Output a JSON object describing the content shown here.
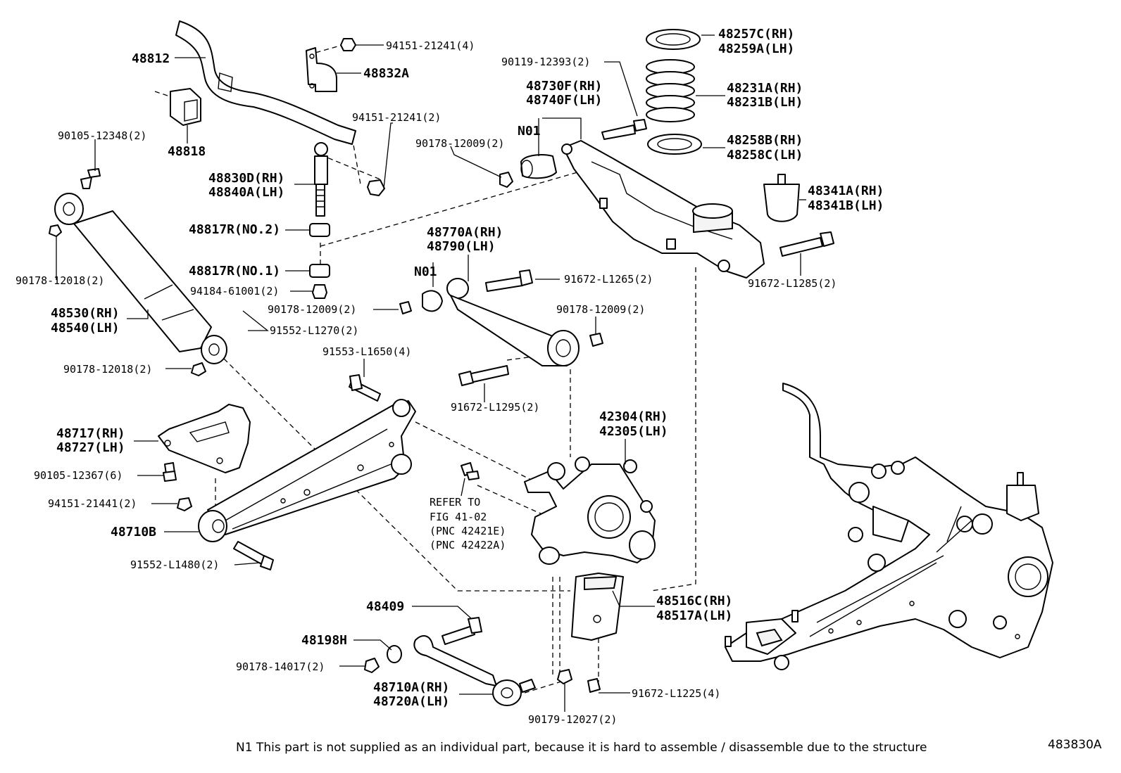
{
  "labels": {
    "p48812": "48812",
    "p94151a": "94151-21241(4)",
    "p48832a": "48832A",
    "p94151b": "94151-21241(2)",
    "p90105a": "90105-12348(2)",
    "p48818": "48818",
    "p48830d": "48830D(RH)",
    "p48840a": "48840A(LH)",
    "p48817r2": "48817R(NO.2)",
    "p48817r1": "48817R(NO.1)",
    "p94184": "94184-61001(2)",
    "p90178a": "90178-12018(2)",
    "p48530": "48530(RH)",
    "p48540": "48540(LH)",
    "p90178b": "90178-12018(2)",
    "p90178c": "90178-12009(2)",
    "p91552a": "91552-L1270(2)",
    "p91553": "91553-L1650(4)",
    "p48717": "48717(RH)",
    "p48727": "48727(LH)",
    "p90105b": "90105-12367(6)",
    "p94151c": "94151-21441(2)",
    "p48710b": "48710B",
    "p91552b": "91552-L1480(2)",
    "p48770a": "48770A(RH)",
    "p48790": "48790(LH)",
    "n01b": "N01",
    "p91672a": "91672-L1265(2)",
    "p90178d": "90178-12009(2)",
    "p91672b": "91672-L1295(2)",
    "p42304": "42304(RH)",
    "p42305": "42305(LH)",
    "refer1": "REFER TO",
    "refer2": "FIG 41-02",
    "refer3": "(PNC 42421E)",
    "refer4": "(PNC 42422A)",
    "p48409": "48409",
    "p48198h": "48198H",
    "p90178e": "90178-14017(2)",
    "p48710a": "48710A(RH)",
    "p48720a": "48720A(LH)",
    "p90179": "90179-12027(2)",
    "p91672c": "91672-L1225(4)",
    "p48516c": "48516C(RH)",
    "p48517a": "48517A(LH)",
    "p90119": "90119-12393(2)",
    "p48730f": "48730F(RH)",
    "p48740f": "48740F(LH)",
    "n01a": "N01",
    "p90178f": "90178-12009(2)",
    "p48257c": "48257C(RH)",
    "p48259a": "48259A(LH)",
    "p48231a": "48231A(RH)",
    "p48231b": "48231B(LH)",
    "p48258b": "48258B(RH)",
    "p48258c": "48258C(LH)",
    "p48341a": "48341A(RH)",
    "p48341b": "48341B(LH)",
    "p91672d": "91672-L1285(2)"
  },
  "footnote": "N1  This part is not supplied as an individual part, because it is hard to assemble / disassemble due to the structure",
  "figure_id": "483830A"
}
